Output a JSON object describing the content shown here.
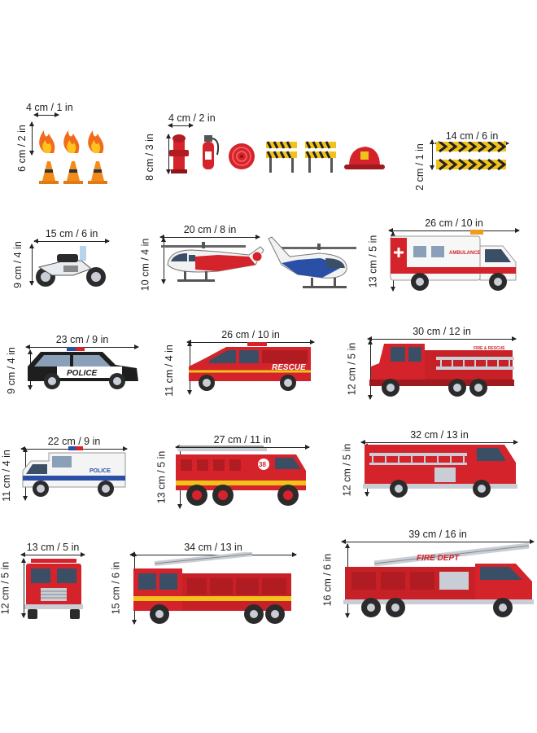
{
  "sizes": {
    "flames_width": "4 cm / 1 in",
    "flames_height": "6 cm / 2 in",
    "tools_width": "4 cm / 2 in",
    "tools_height": "8 cm / 3 in",
    "tape_width": "14 cm / 6 in",
    "tape_height": "2 cm / 1 in",
    "motorcycle_width": "15 cm / 6 in",
    "motorcycle_height": "9 cm / 4 in",
    "helicopters_width": "20 cm / 8 in",
    "helicopters_height": "10 cm / 4 in",
    "ambulance_width": "26 cm / 10 in",
    "ambulance_height": "13 cm / 5 in",
    "police_suv_width": "23 cm / 9 in",
    "police_suv_height": "9 cm / 4 in",
    "rescue_truck_width": "26 cm / 10 in",
    "rescue_truck_height": "11 cm / 4 in",
    "fire_rescue_truck_width": "30 cm / 12 in",
    "fire_rescue_truck_height": "12 cm / 5 in",
    "police_van_width": "22 cm / 9 in",
    "police_van_height": "11 cm / 4 in",
    "truck_38_width": "27 cm / 11 in",
    "truck_38_height": "13 cm / 5 in",
    "pumper_width": "32 cm / 13 in",
    "pumper_height": "12 cm / 5 in",
    "front_truck_width": "13 cm / 5 in",
    "front_truck_height": "12 cm / 5 in",
    "ladder_truck_width": "34 cm / 13 in",
    "ladder_truck_height": "15 cm / 6 in",
    "fire_dept_width": "39 cm / 16 in",
    "fire_dept_height": "16 cm / 6 in"
  },
  "vehicle_text": {
    "police": "POLICE",
    "rescue": "RESCUE",
    "truck_number": "38",
    "fire_dept": "FIRE DEPT",
    "fire_rescue": "FIRE & RESCUE",
    "ambulance": "AMBULANCE",
    "police_van": "POLICE"
  },
  "colors": {
    "fire_red": "#d4232a",
    "dark_red": "#9e1a1f",
    "police_blue": "#2a4fa6",
    "hazard_yellow": "#f2c21b",
    "chrome": "#c9ced6",
    "tire": "#2b2b2b"
  }
}
